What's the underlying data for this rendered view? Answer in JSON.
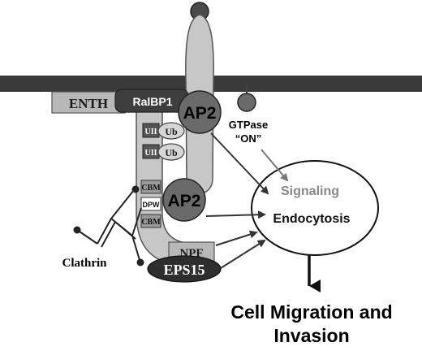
{
  "labels": {
    "enth": "ENTH",
    "ralbp1": "RalBP1",
    "ap2_top": "AP2",
    "ap2_bottom": "AP2",
    "uii_1": "UII",
    "ub_1": "Ub",
    "uii_2": "UII",
    "ub_2": "Ub",
    "cbm_1": "CBM",
    "dpw": "DPW",
    "cbm_2": "CBM",
    "npf": "NPF",
    "eps15": "EPS15",
    "clathrin": "Clathrin",
    "gtpase_line1": "GTPase",
    "gtpase_line2": "“ON”",
    "signaling": "Signaling",
    "endocytosis": "Endocytosis",
    "outcome_line1": "Cell Migration and",
    "outcome_line2": "Invasion"
  }
}
